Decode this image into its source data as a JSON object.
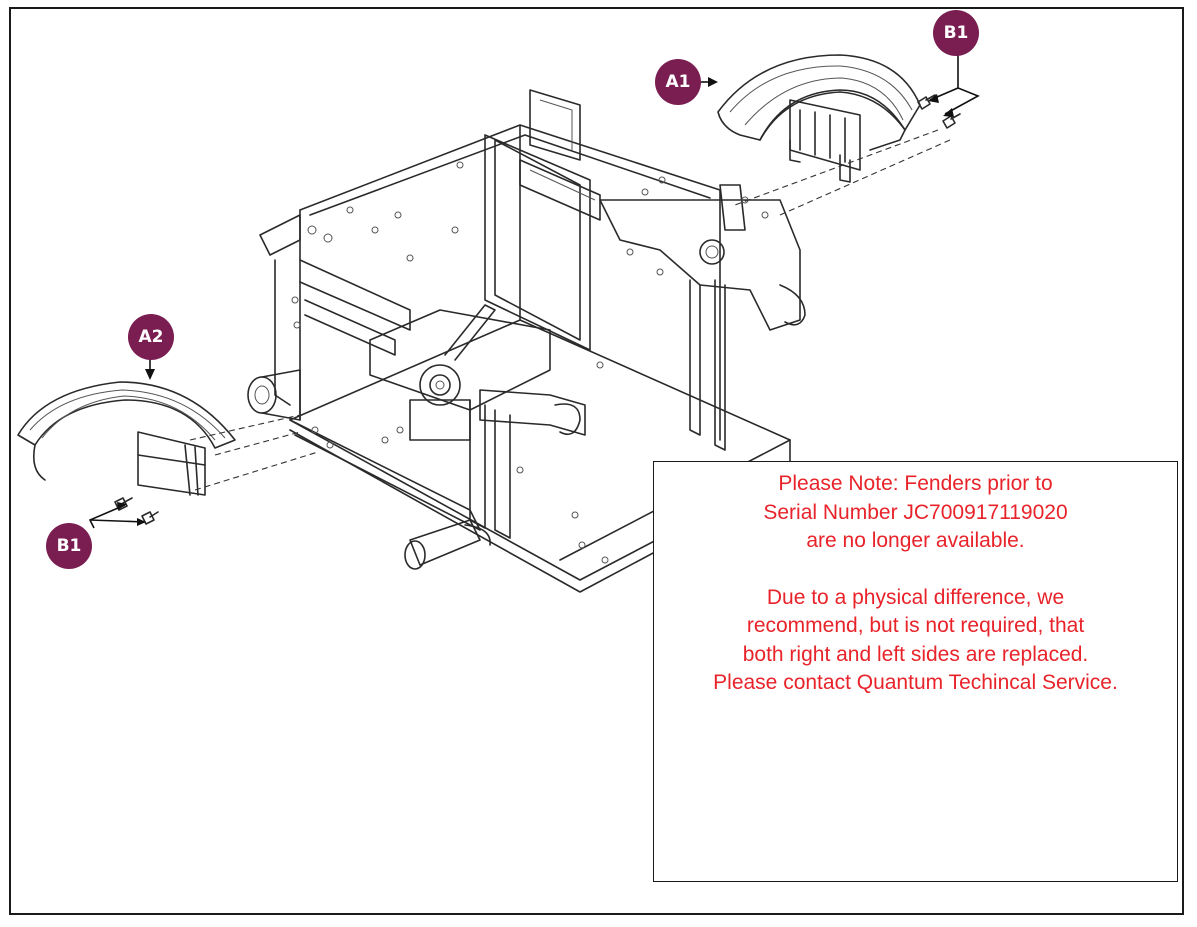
{
  "callouts": {
    "a1": "A1",
    "a2": "A2",
    "b1_top": "B1",
    "b1_bottom": "B1",
    "color": "#7a1e52"
  },
  "note": {
    "line1": "Please Note: Fenders prior to",
    "line2": "Serial Number JC700917119020",
    "line3": "are no longer available.",
    "line4": "Due to a physical difference, we",
    "line5": "recommend, but is not required, that",
    "line6": "both right and left sides are replaced.",
    "line7": "Please contact Quantum Techincal Service.",
    "color": "#e8232a"
  }
}
